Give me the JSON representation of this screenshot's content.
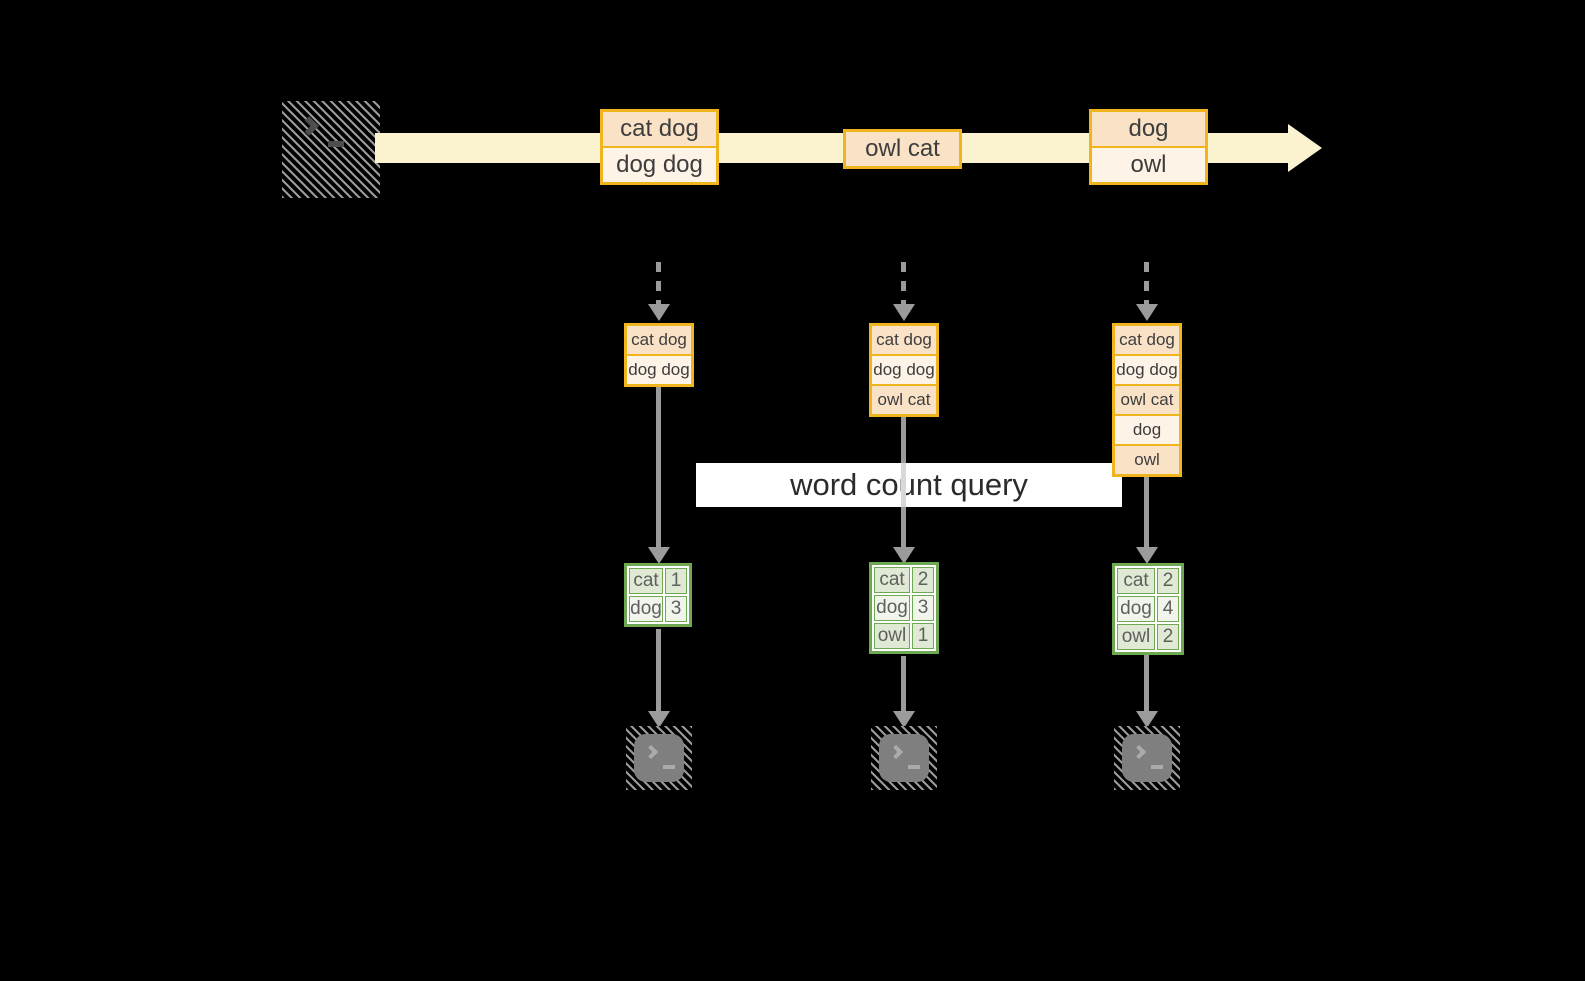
{
  "labels": {
    "query": "word count query"
  },
  "stream_events": [
    {
      "rows": [
        "cat dog",
        "dog dog"
      ]
    },
    {
      "rows": [
        "owl cat"
      ]
    },
    {
      "rows": [
        "dog",
        "owl"
      ]
    }
  ],
  "buffers": [
    {
      "rows": [
        "cat dog",
        "dog dog"
      ]
    },
    {
      "rows": [
        "cat dog",
        "dog dog",
        "owl cat"
      ]
    },
    {
      "rows": [
        "cat dog",
        "dog dog",
        "owl cat",
        "dog",
        "owl"
      ]
    }
  ],
  "count_tables": [
    {
      "rows": [
        {
          "word": "cat",
          "count": "1"
        },
        {
          "word": "dog",
          "count": "3"
        }
      ]
    },
    {
      "rows": [
        {
          "word": "cat",
          "count": "2"
        },
        {
          "word": "dog",
          "count": "3"
        },
        {
          "word": "owl",
          "count": "1"
        }
      ]
    },
    {
      "rows": [
        {
          "word": "cat",
          "count": "2"
        },
        {
          "word": "dog",
          "count": "4"
        },
        {
          "word": "owl",
          "count": "2"
        }
      ]
    }
  ],
  "colors": {
    "accent_orange": "#f0b41e",
    "peach": "#fae2c7",
    "cream": "#fdf3e6",
    "stream_band": "#fbf2cf",
    "green_border": "#6ea952",
    "green_dark": "#dfe9d3",
    "green_light": "#f1f5ec",
    "arrow_gray": "#9b9b9b",
    "terminal_gray": "#7f7f7f"
  }
}
